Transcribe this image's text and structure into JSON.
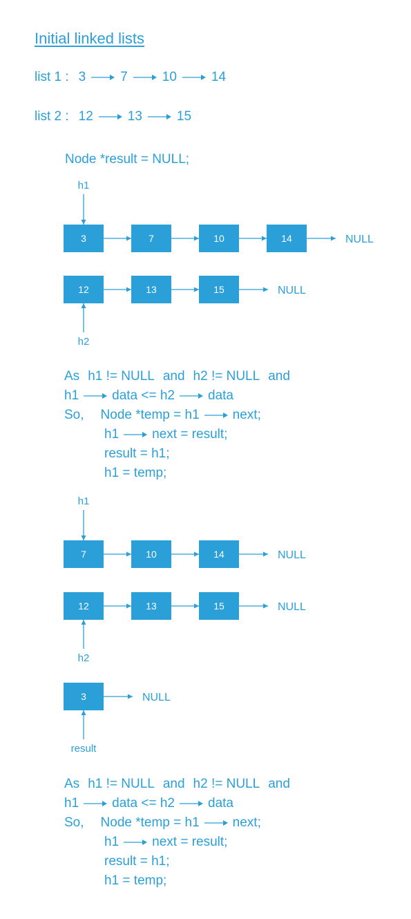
{
  "title": "Initial linked lists",
  "initial_lists": [
    {
      "label": "list 1 :",
      "values": [
        "3",
        "7",
        "10",
        "14"
      ]
    },
    {
      "label": "list 2 :",
      "values": [
        "12",
        "13",
        "15"
      ]
    }
  ],
  "init_code": "Node *result = NULL;",
  "null_label": "NULL",
  "pointer_labels": {
    "h1": "h1",
    "h2": "h2",
    "result": "result"
  },
  "diagrams": [
    {
      "lists": [
        {
          "name": "list-a",
          "nodes": [
            "3",
            "7",
            "10",
            "14"
          ],
          "pointer": "h1",
          "pointer_side": "top"
        },
        {
          "name": "list-b",
          "nodes": [
            "12",
            "13",
            "15"
          ],
          "pointer": "h2",
          "pointer_side": "bottom"
        }
      ]
    },
    {
      "lists": [
        {
          "name": "list-a",
          "nodes": [
            "7",
            "10",
            "14"
          ],
          "pointer": "h1",
          "pointer_side": "top"
        },
        {
          "name": "list-b",
          "nodes": [
            "12",
            "13",
            "15"
          ],
          "pointer": "h2",
          "pointer_side": "bottom"
        },
        {
          "name": "list-result",
          "nodes": [
            "3"
          ],
          "pointer": "result",
          "pointer_side": "bottom"
        }
      ]
    }
  ],
  "step_code": {
    "line1": [
      "As",
      "h1 != NULL",
      "and",
      "h2 != NULL",
      "and"
    ],
    "line2": [
      "h1",
      "data <= h2",
      "data"
    ],
    "line3": [
      "So,",
      "Node *temp = h1",
      "next;"
    ],
    "line4": [
      "h1",
      "next = result;"
    ],
    "line5": "result = h1;",
    "line6": "h1 = temp;"
  },
  "colors": {
    "accent": "#2a9fd8",
    "node_fill": "#2a9fd8",
    "node_text": "#ffffff"
  }
}
